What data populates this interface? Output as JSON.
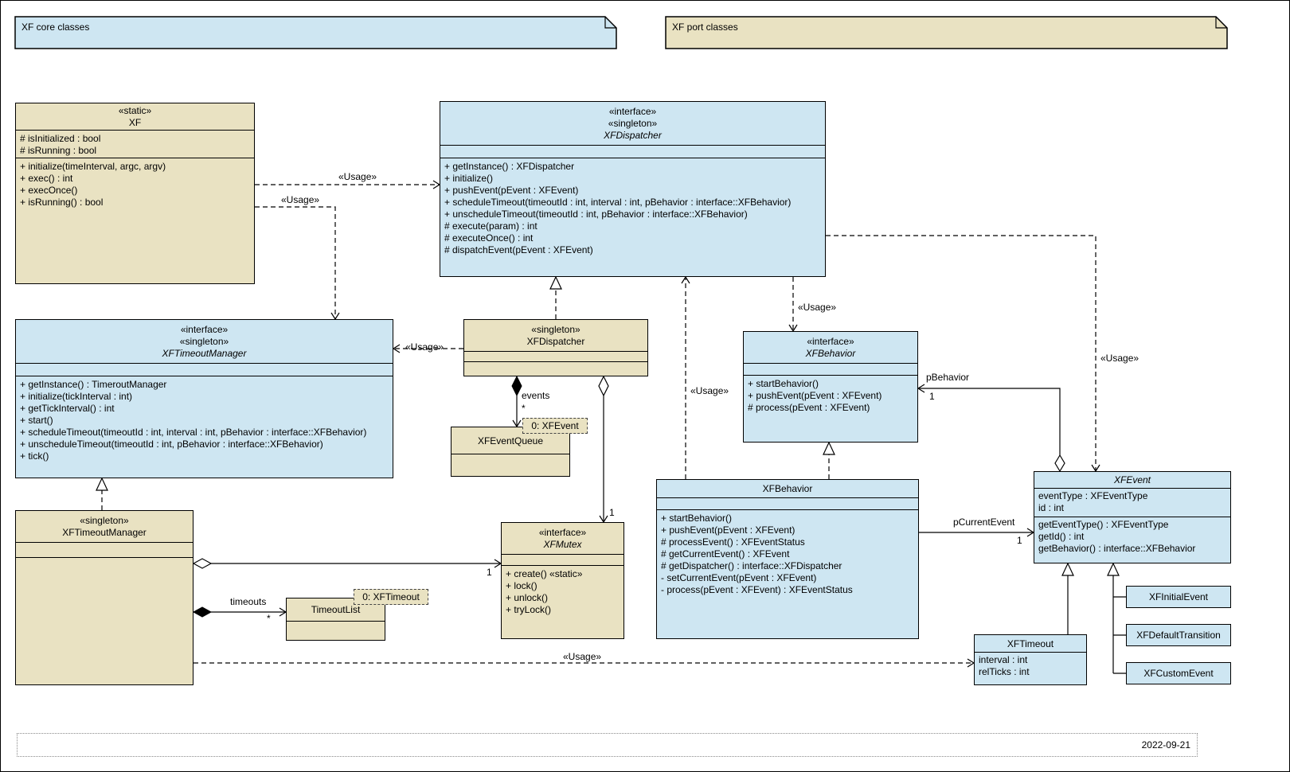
{
  "notes": {
    "core": "XF core classes",
    "port": "XF port classes"
  },
  "footer": {
    "date": "2022-09-21"
  },
  "colors": {
    "core_fill": "#cee6f2",
    "port_fill": "#e9e2c2",
    "line": "#000000"
  },
  "connector_labels": {
    "usage": "«Usage»",
    "events": "events",
    "timeouts": "timeouts",
    "p_behavior": "pBehavior",
    "p_current_event": "pCurrentEvent",
    "one": "1",
    "many": "*"
  },
  "object_notes": {
    "event": "0: XFEvent",
    "timeout": "0: XFTimeout"
  },
  "classes": {
    "xf": {
      "stereotypes": [
        "«static»"
      ],
      "name": "XF",
      "attributes": [
        "# isInitialized : bool",
        "# isRunning : bool"
      ],
      "methods": [
        "+ initialize(timeInterval, argc, argv)",
        "+ exec() : int",
        "+ execOnce()",
        "+ isRunning() : bool"
      ]
    },
    "xf_dispatcher_if": {
      "stereotypes": [
        "«interface»",
        "«singleton»"
      ],
      "name": "XFDispatcher",
      "methods": [
        "+ getInstance() : XFDispatcher",
        "+ initialize()",
        "+ pushEvent(pEvent : XFEvent)",
        "+ scheduleTimeout(timeoutId : int, interval : int, pBehavior : interface::XFBehavior)",
        "+ unscheduleTimeout(timeoutId : int, pBehavior : interface::XFBehavior)",
        "# execute(param) : int",
        "# executeOnce() : int",
        "# dispatchEvent(pEvent : XFEvent)"
      ]
    },
    "xf_timeout_manager_if": {
      "stereotypes": [
        "«interface»",
        "«singleton»"
      ],
      "name": "XFTimeoutManager",
      "methods": [
        "+ getInstance() : TimeroutManager",
        "+ initialize(tickInterval : int)",
        "+ getTickInterval() : int",
        "+ start()",
        "+ scheduleTimeout(timeoutId : int, interval : int, pBehavior : interface::XFBehavior)",
        "+ unscheduleTimeout(timeoutId : int, pBehavior : interface::XFBehavior)",
        "+ tick()"
      ]
    },
    "xf_dispatcher_s": {
      "stereotypes": [
        "«singleton»"
      ],
      "name": "XFDispatcher"
    },
    "xf_event_queue": {
      "name": "XFEventQueue"
    },
    "xf_behavior_if": {
      "stereotypes": [
        "«interface»"
      ],
      "name": "XFBehavior",
      "methods": [
        "+ startBehavior()",
        "+ pushEvent(pEvent : XFEvent)",
        "# process(pEvent : XFEvent)"
      ]
    },
    "xf_behavior": {
      "name": "XFBehavior",
      "methods": [
        "+ startBehavior()",
        "+ pushEvent(pEvent : XFEvent)",
        "# processEvent() : XFEventStatus",
        "# getCurrentEvent() : XFEvent",
        "# getDispatcher() : interface::XFDispatcher",
        "- setCurrentEvent(pEvent : XFEvent)",
        "- process(pEvent : XFEvent) : XFEventStatus"
      ]
    },
    "xf_event": {
      "name": "XFEvent",
      "attributes": [
        "eventType : XFEventType",
        "id : int"
      ],
      "methods": [
        "getEventType() : XFEventType",
        "getId() : int",
        "getBehavior() : interface::XFBehavior"
      ]
    },
    "xf_mutex": {
      "stereotypes": [
        "«interface»"
      ],
      "name": "XFMutex",
      "methods": [
        "+ create() «static»",
        "+ lock()",
        "+ unlock()",
        "+ tryLock()"
      ]
    },
    "xf_timeout_manager_s": {
      "stereotypes": [
        "«singleton»"
      ],
      "name": "XFTimeoutManager"
    },
    "timeout_list": {
      "name": "TimeoutList"
    },
    "xf_timeout": {
      "name": "XFTimeout",
      "attributes": [
        "interval : int",
        "relTicks : int"
      ]
    },
    "xf_initial_event": {
      "name": "XFInitialEvent"
    },
    "xf_default_transition": {
      "name": "XFDefaultTransition"
    },
    "xf_custom_event": {
      "name": "XFCustomEvent"
    }
  }
}
